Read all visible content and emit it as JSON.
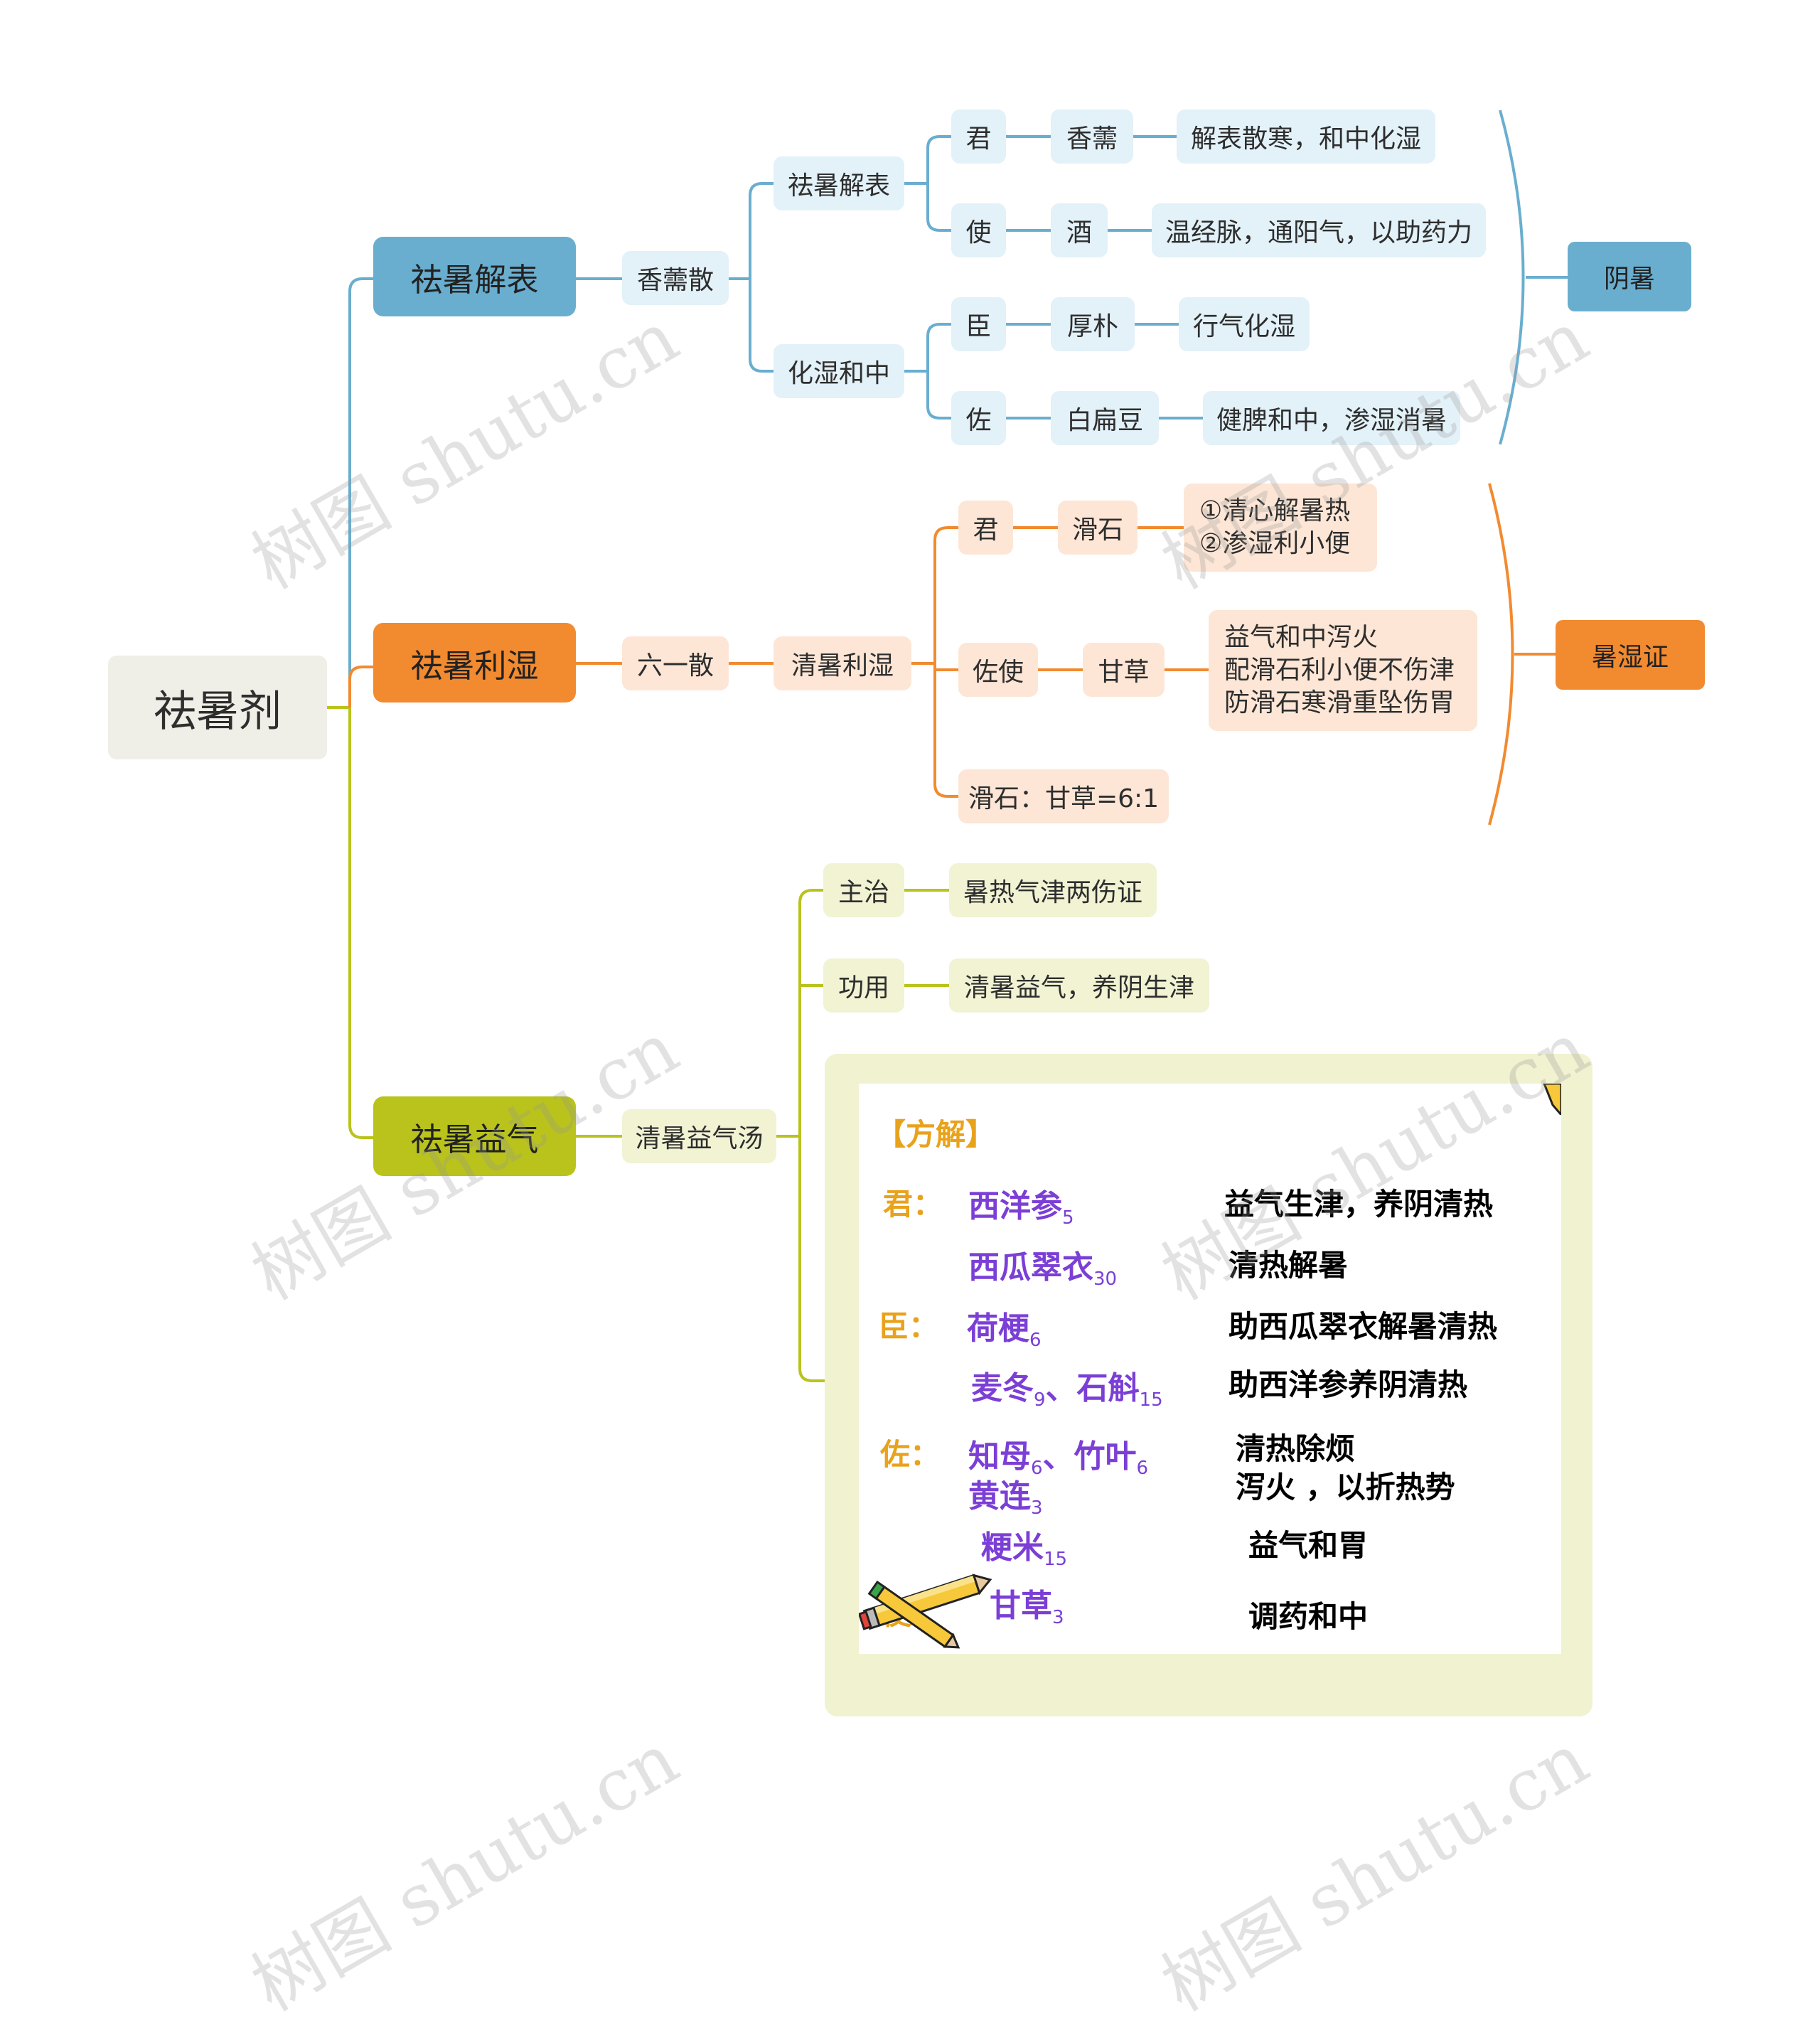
{
  "root": "祛暑剂",
  "colors": {
    "blue": "#6aaecf",
    "orange": "#f28a30",
    "green": "#b9c31c",
    "root_line": "#b9c31c"
  },
  "branch1": {
    "label": "祛暑解表",
    "formula": "香薷散",
    "groups": [
      {
        "label": "祛暑解表",
        "items": [
          {
            "role": "君",
            "herb": "香薷",
            "effect": "解表散寒，和中化湿"
          },
          {
            "role": "使",
            "herb": "酒",
            "effect": "温经脉，通阳气，以助药力"
          }
        ]
      },
      {
        "label": "化湿和中",
        "items": [
          {
            "role": "臣",
            "herb": "厚朴",
            "effect": "行气化湿"
          },
          {
            "role": "佐",
            "herb": "白扁豆",
            "effect": "健脾和中，渗湿消暑"
          }
        ]
      }
    ],
    "summary": "阴暑"
  },
  "branch2": {
    "label": "祛暑利湿",
    "formula": "六一散",
    "function": "清暑利湿",
    "items": [
      {
        "role": "君",
        "herb": "滑石",
        "effect_lines": [
          "①清心解暑热",
          "②渗湿利小便"
        ]
      },
      {
        "role": "佐使",
        "herb": "甘草",
        "effect_lines": [
          "益气和中泻火",
          "配滑石利小便不伤津",
          "防滑石寒滑重坠伤胃"
        ]
      }
    ],
    "ratio": "滑石：甘草=6:1",
    "summary": "暑湿证"
  },
  "branch3": {
    "label": "祛暑益气",
    "formula": "清暑益气汤",
    "indication_label": "主治",
    "indication": "暑热气津两伤证",
    "function_label": "功用",
    "function": "清暑益气，养阴生津",
    "fangjie": {
      "title": "【方解】",
      "rows": [
        {
          "role": "君：",
          "herbs": [
            [
              "西洋参",
              "5"
            ]
          ],
          "effects": [
            "益气生津，养阴清热"
          ]
        },
        {
          "role": "",
          "herbs": [
            [
              "西瓜翠衣",
              "30"
            ]
          ],
          "effects": [
            "清热解暑"
          ]
        },
        {
          "role": "臣：",
          "herbs": [
            [
              "荷梗",
              "6"
            ]
          ],
          "effects": [
            "助西瓜翠衣解暑清热"
          ]
        },
        {
          "role": "",
          "herbs": [
            [
              "麦冬",
              "9"
            ],
            [
              "石斛",
              "15"
            ]
          ],
          "effects": [
            "助西洋参养阴清热"
          ]
        },
        {
          "role": "佐：",
          "herbs": [
            [
              "知母",
              "6"
            ],
            [
              "竹叶",
              "6"
            ]
          ],
          "herbs2": [
            [
              "黄连",
              "3"
            ]
          ],
          "effects": [
            "清热除烦",
            "泻火 ，以折热势"
          ]
        },
        {
          "role": "",
          "herbs": [
            [
              "粳米",
              "15"
            ]
          ],
          "effects": [
            "益气和胃"
          ]
        },
        {
          "role": "使：",
          "herbs": [
            [
              "甘草",
              "3"
            ]
          ],
          "effects": [
            "调药和中"
          ]
        }
      ],
      "sep": "、"
    }
  },
  "watermark": "树图 shutu.cn"
}
